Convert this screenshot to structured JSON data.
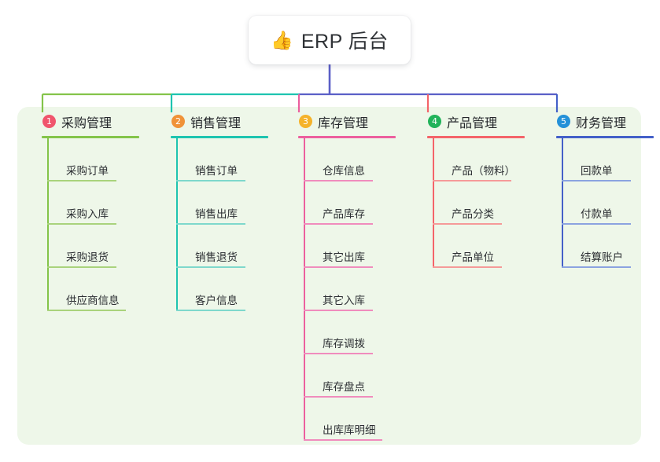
{
  "root": {
    "icon": "thumbs-up-icon",
    "icon_glyph": "👍",
    "title": "ERP 后台"
  },
  "theme": {
    "panel_background": "#eef7e9",
    "card_background": "#ffffff",
    "trunk_color": "#5b5fc7",
    "text_color": "#2c2f33"
  },
  "chart_data": {
    "type": "tree",
    "title": "ERP 后台",
    "root_label": "ERP 后台",
    "columns": 5,
    "branches": [
      {
        "index": "1",
        "title": "采购管理",
        "color": "#84c44a",
        "rule_color": "#84c44a",
        "leaf_color": "#a9d37c",
        "badge_color": "#f0556d",
        "items": [
          "采购订单",
          "采购入库",
          "采购退货",
          "供应商信息"
        ]
      },
      {
        "index": "2",
        "title": "销售管理",
        "color": "#1ec4b0",
        "rule_color": "#1ec4b0",
        "leaf_color": "#7ed8cc",
        "badge_color": "#f09238",
        "items": [
          "销售订单",
          "销售出库",
          "销售退货",
          "客户信息"
        ]
      },
      {
        "index": "3",
        "title": "库存管理",
        "color": "#ec5f9e",
        "rule_color": "#ec5f9e",
        "leaf_color": "#f08cbd",
        "badge_color": "#f5b32b",
        "items": [
          "仓库信息",
          "产品库存",
          "其它出库",
          "其它入库",
          "库存调拨",
          "库存盘点",
          "出库库明细"
        ]
      },
      {
        "index": "4",
        "title": "产品管理",
        "color": "#f4646a",
        "rule_color": "#f4646a",
        "leaf_color": "#f59a99",
        "badge_color": "#21b35a",
        "items": [
          "产品（物料）",
          "产品分类",
          "产品单位"
        ]
      },
      {
        "index": "5",
        "title": "财务管理",
        "color": "#4460c8",
        "rule_color": "#4460c8",
        "leaf_color": "#8ba3e0",
        "badge_color": "#2491d8",
        "items": [
          "回款单",
          "付款单",
          "结算账户"
        ]
      }
    ]
  }
}
